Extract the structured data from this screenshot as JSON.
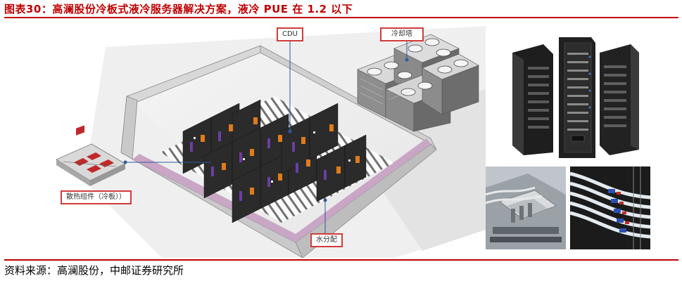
{
  "header": {
    "title": "图表30：高澜股份冷板式液冷服务器解决方案，液冷 PUE 在 1.2 以下"
  },
  "figure": {
    "labels": {
      "cdu": "CDU",
      "cooling_tower": "冷却塔",
      "cold_plate": "散热组件（冷板））",
      "water_manifold": "水分配"
    }
  },
  "footer": {
    "source": "资料来源：高澜股份，中邮证券研究所"
  },
  "colors": {
    "accent": "#c00000",
    "callout_border": "#d23b3b",
    "wall": "#c9a6c5"
  }
}
